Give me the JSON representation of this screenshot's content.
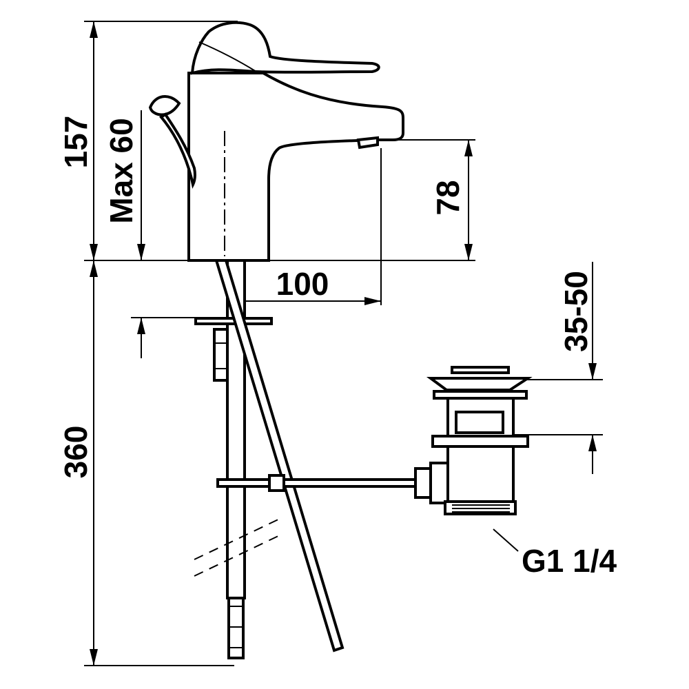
{
  "dimensions": {
    "total_height_above_deck": "157",
    "max_deck_thickness": "Max 60",
    "spout_height": "78",
    "spout_reach": "100",
    "drain_adjust_range": "35-50",
    "below_deck_length": "360"
  },
  "thread_label": "G1 1/4",
  "colors": {
    "line": "#000000",
    "background": "#ffffff"
  }
}
